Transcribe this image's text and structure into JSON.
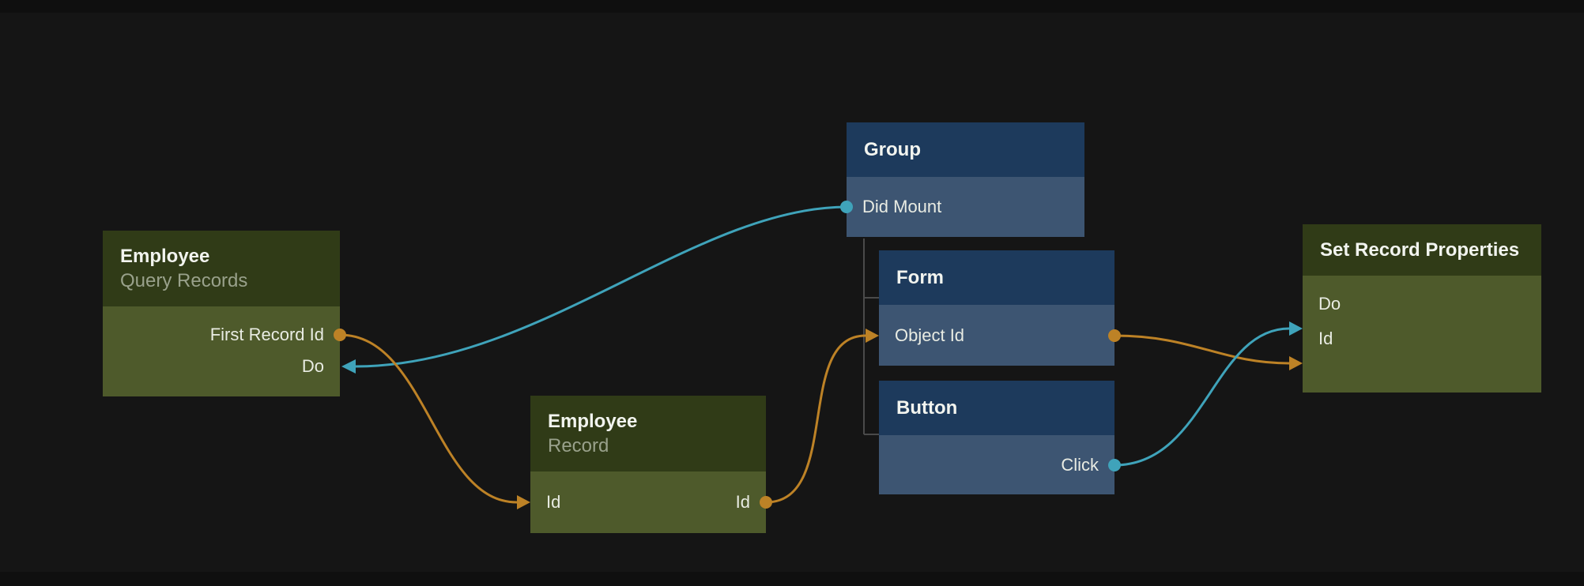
{
  "colors": {
    "background": "#151515",
    "teal": "#3fa3ba",
    "orange": "#bd8226",
    "olive_header": "#303b17",
    "olive_body": "#4e5a2b",
    "blue_header": "#1d3a5c",
    "blue_body": "#3d5572",
    "tree_line": "#4a4a4a",
    "title_text": "#f2f4ef",
    "subtitle_text": "#99a18b",
    "port_text": "#e9ece3"
  },
  "nodes": [
    {
      "id": "employee-query-records",
      "title": "Employee",
      "subtitle": "Query Records",
      "theme": "olive",
      "ports": [
        {
          "label": "First Record Id",
          "direction": "output",
          "wire": "orange"
        },
        {
          "label": "Do",
          "direction": "input",
          "wire": "teal"
        }
      ]
    },
    {
      "id": "group",
      "title": "Group",
      "theme": "blue",
      "ports": [
        {
          "label": "Did Mount",
          "direction": "output",
          "wire": "teal"
        }
      ]
    },
    {
      "id": "form",
      "title": "Form",
      "theme": "blue",
      "ports": [
        {
          "label": "Object Id",
          "direction": "input-output",
          "wire": "orange"
        }
      ]
    },
    {
      "id": "button",
      "title": "Button",
      "theme": "blue",
      "ports": [
        {
          "label": "Click",
          "direction": "output",
          "wire": "teal"
        }
      ]
    },
    {
      "id": "employee-record",
      "title": "Employee",
      "subtitle": "Record",
      "theme": "olive",
      "ports": [
        {
          "label": "Id",
          "direction": "input",
          "wire": "orange"
        },
        {
          "label": "Id",
          "direction": "output",
          "wire": "orange"
        }
      ]
    },
    {
      "id": "set-record-properties",
      "title": "Set Record Properties",
      "theme": "olive",
      "ports": [
        {
          "label": "Do",
          "direction": "input",
          "wire": "teal"
        },
        {
          "label": "Id",
          "direction": "input",
          "wire": "orange"
        }
      ]
    }
  ],
  "edges": [
    {
      "from": "group.did-mount",
      "to": "employee-query-records.do",
      "color": "teal"
    },
    {
      "from": "employee-query-records.first-record-id",
      "to": "employee-record.id",
      "color": "orange"
    },
    {
      "from": "employee-record.id",
      "to": "form.object-id",
      "color": "orange"
    },
    {
      "from": "form.object-id",
      "to": "set-record-properties.id",
      "color": "orange"
    },
    {
      "from": "button.click",
      "to": "set-record-properties.do",
      "color": "teal"
    }
  ],
  "hierarchy": {
    "parent": "group",
    "children": [
      "form",
      "button"
    ]
  }
}
